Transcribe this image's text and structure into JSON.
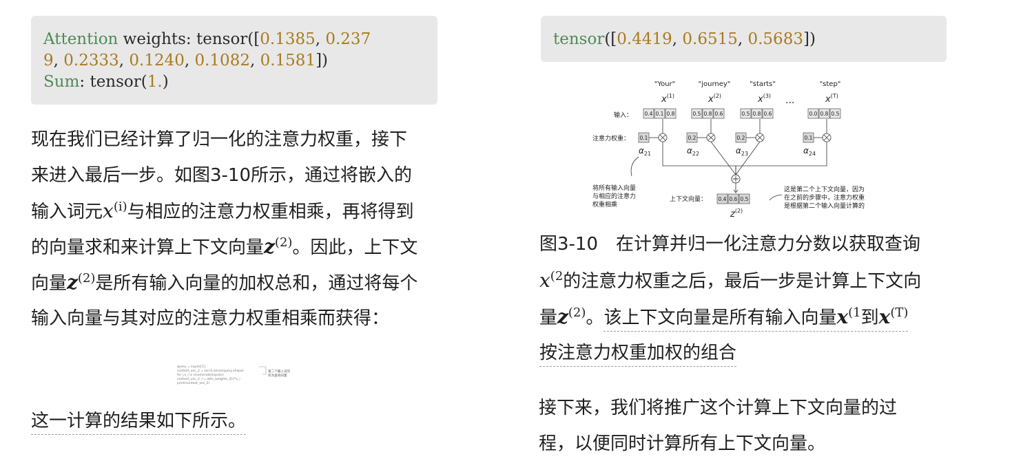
{
  "code_block_1": {
    "line1_kw": "Attention",
    "line1_rest": " weights: tensor([",
    "v1": "0.1385",
    "v2_a": "0.237",
    "v2_b": "9",
    "v3": "0.2333",
    "v4": "0.1240",
    "v5": "0.1082",
    "v6": "0.1581",
    "close": "])",
    "line3_kw": "Sum",
    "line3_rest": ": tensor(",
    "sum_val": "1.",
    "line3_close": ")"
  },
  "code_block_2": {
    "kw": "tensor",
    "open": "([",
    "v1": "0.4419",
    "v2": "0.6515",
    "v3": "0.5683",
    "close": "])"
  },
  "left_paragraph": {
    "l1": "现在我们已经计算了归一化的注意力权重，接下",
    "l2": "来进入最后一步。如图3-10所示，通过将嵌入的",
    "l3_a": "输入词元",
    "l3_math": "x",
    "l3_sup": "(i)",
    "l3_b": "与相应的注意力权重相乘，再将得到",
    "l4_a": "的向量求和来计算上下文向量",
    "l4_math": "z",
    "l4_sup": "(2)",
    "l4_b": "。因此，上下文",
    "l5_a": "向量",
    "l5_math": "z",
    "l5_sup": "(2)",
    "l5_b": "是所有输入向量的加权总和，通过将每个",
    "l6": "输入向量与其对应的注意力权重相乘而获得："
  },
  "code_image": {
    "line1": "query = inputs[1]",
    "line2": "context_vec_2 = torch.zeros(query.shape)",
    "line3": "for i,x_i in enumerate(inputs):",
    "line4": "    context_vec_2 += attn_weights_2[i]*x_i",
    "line5": "print(context_vec_2)",
    "note1": "第二个输入词元",
    "note2": "作为查询向量"
  },
  "result_line": "这一计算的结果如下所示。",
  "figure": {
    "tokens": [
      "\"Your\"",
      "\"journey\"",
      "\"starts\"",
      "\"step\""
    ],
    "x_labels": [
      "x",
      "x",
      "x",
      "x"
    ],
    "x_sups": [
      "(1)",
      "(2)",
      "(3)",
      "(T)"
    ],
    "ellipsis": "...",
    "input_label": "输入：",
    "inputs": [
      [
        "0.4",
        "0.1",
        "0.8"
      ],
      [
        "0.5",
        "0.8",
        "0.6"
      ],
      [
        "0.5",
        "0.8",
        "0.6"
      ],
      [
        "0.0",
        "0.8",
        "0.5"
      ]
    ],
    "weight_label": "注意力权重：",
    "weights": [
      "0.1",
      "0.2",
      "0.2",
      "0.1"
    ],
    "alpha_labels": [
      "α",
      "α",
      "α",
      "α"
    ],
    "alpha_subs": [
      "21",
      "22",
      "23",
      "24"
    ],
    "left_note": [
      "将所有输入向量",
      "与相应的注意力",
      "权重相乘"
    ],
    "context_label": "上下文向量：",
    "context": [
      "0.4",
      "0.6",
      "0.5"
    ],
    "z_label": "z",
    "z_sup": "(2)",
    "right_note": [
      "这是第二个上下文向量，因为",
      "在之前的步骤中，注意力权重",
      "是根据第二个输入向量计算的"
    ]
  },
  "caption": {
    "l1": "图3-10　在计算并归一化注意力分数以获取查询",
    "l2_math": "x",
    "l2_sup": "(2",
    "l2_text": "的注意力权重之后，最后一步是计算上下文向",
    "l3_a": "量",
    "l3_math": "z",
    "l3_sup": "(2)",
    "l3_b": "。",
    "l3_c": "该上下文向量是所有输入向量",
    "l3_math2": "x",
    "l3_sup2": "(1",
    "l3_d": "到",
    "l3_math3": "x",
    "l3_sup3": "(T)",
    "l4": "按注意力权重加权的组合"
  },
  "right_paragraph": {
    "l1": "接下来，我们将推广这个计算上下文向量的过",
    "l2": "程，以便同时计算所有上下文向量。"
  }
}
